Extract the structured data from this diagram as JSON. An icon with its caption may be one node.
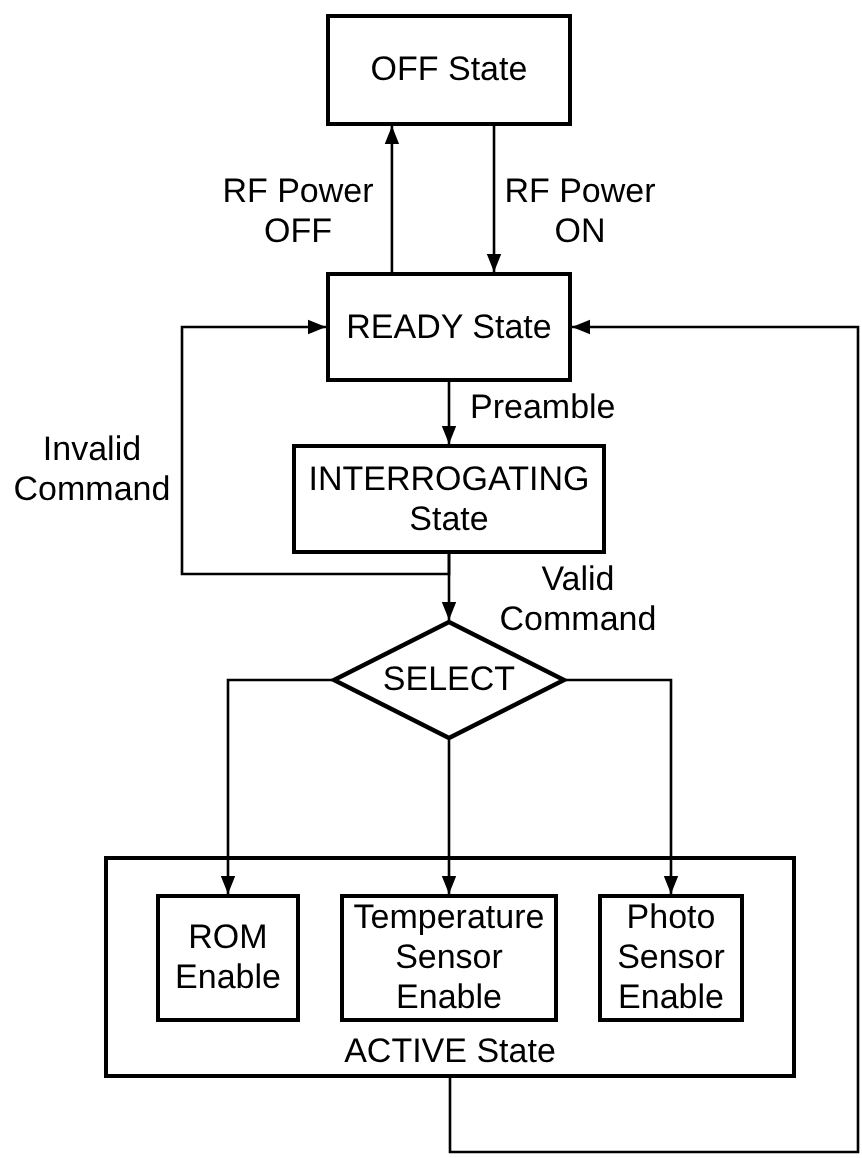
{
  "diagram": {
    "nodes": [
      {
        "text": [
          "OFF State"
        ]
      },
      {
        "text": [
          "READY State"
        ]
      },
      {
        "text": [
          "INTERROGATING State"
        ]
      },
      {
        "text": [
          "SELECT"
        ]
      },
      {
        "text": [
          "ACTIVE State"
        ]
      },
      {
        "text": [
          "ROM Enable"
        ],
        "in": 4
      },
      {
        "text": [
          "Temperature Sensor Enable"
        ],
        "in": 4
      },
      {
        "text": [
          "Photo Sensor Enable"
        ],
        "in": 4
      }
    ],
    "edges": [
      {
        "from": 1,
        "to": 0,
        "arrow": "to",
        "label": "RF Power OFF"
      },
      {
        "from": 0,
        "to": 1,
        "arrow": "to",
        "label": "RF Power ON"
      },
      {
        "from": 1,
        "to": 2,
        "arrow": "to",
        "label": "Preamble"
      },
      {
        "from": 2,
        "to": 1,
        "arrow": "to",
        "label": "Invalid Command"
      },
      {
        "from": 2,
        "to": 3,
        "arrow": "to",
        "label": "Valid Command"
      },
      {
        "from": 3,
        "to": 5,
        "arrow": "to"
      },
      {
        "from": 3,
        "to": 6,
        "arrow": "to"
      },
      {
        "from": 3,
        "to": 7,
        "arrow": "to"
      },
      {
        "from": 4,
        "to": 1,
        "arrow": "to"
      }
    ]
  }
}
